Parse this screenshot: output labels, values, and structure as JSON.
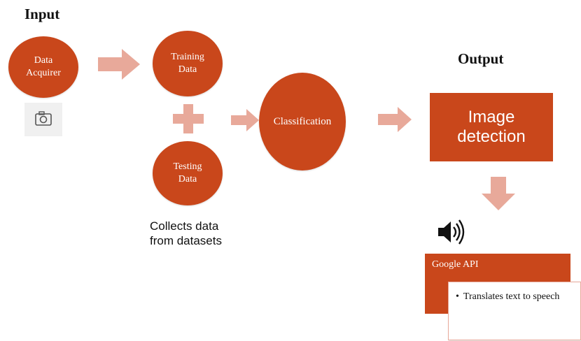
{
  "input_heading": "Input",
  "output_heading": "Output",
  "nodes": {
    "data_acquirer": "Data\nAcquirer",
    "training_data": "Training\nData",
    "testing_data": "Testing\nData",
    "classification": "Classification",
    "image_detection": "Image\ndetection"
  },
  "collects_note": "Collects data\nfrom datasets",
  "google_api": {
    "title": "Google API",
    "bullet": "Translates text to speech"
  },
  "colors": {
    "node": "#c9471b",
    "arrow": "#e8a99a",
    "plus": "#e8a99a"
  },
  "icons": [
    "camera-icon",
    "speaker-icon"
  ]
}
